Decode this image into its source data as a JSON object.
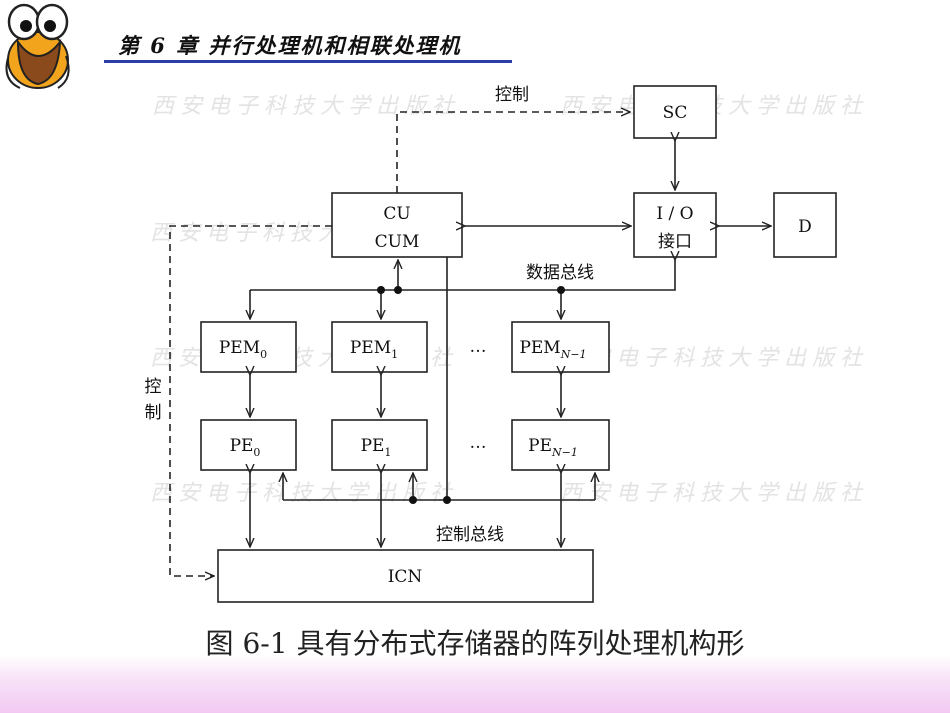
{
  "header": {
    "title": "第 6 章  并行处理机和相联处理机"
  },
  "watermark": "西安电子科技大学出版社",
  "diagram": {
    "nodes": {
      "sc": "SC",
      "cu_line1": "CU",
      "cu_line2": "CUM",
      "io_line1": "I / O",
      "io_line2": "接口",
      "d": "D",
      "icn": "ICN",
      "pem0": {
        "base": "PEM",
        "sub": "0"
      },
      "pem1": {
        "base": "PEM",
        "sub": "1"
      },
      "pemn": {
        "base": "PEM",
        "sub": "N−1"
      },
      "pe0": {
        "base": "PE",
        "sub": "0"
      },
      "pe1": {
        "base": "PE",
        "sub": "1"
      },
      "pen": {
        "base": "PE",
        "sub": "N−1"
      }
    },
    "labels": {
      "control_top": "控制",
      "control_left_1": "控",
      "control_left_2": "制",
      "data_bus": "数据总线",
      "control_bus": "控制总线",
      "ellipsis": "…"
    }
  },
  "caption": "图 6-1 具有分布式存储器的阵列处理机构形"
}
